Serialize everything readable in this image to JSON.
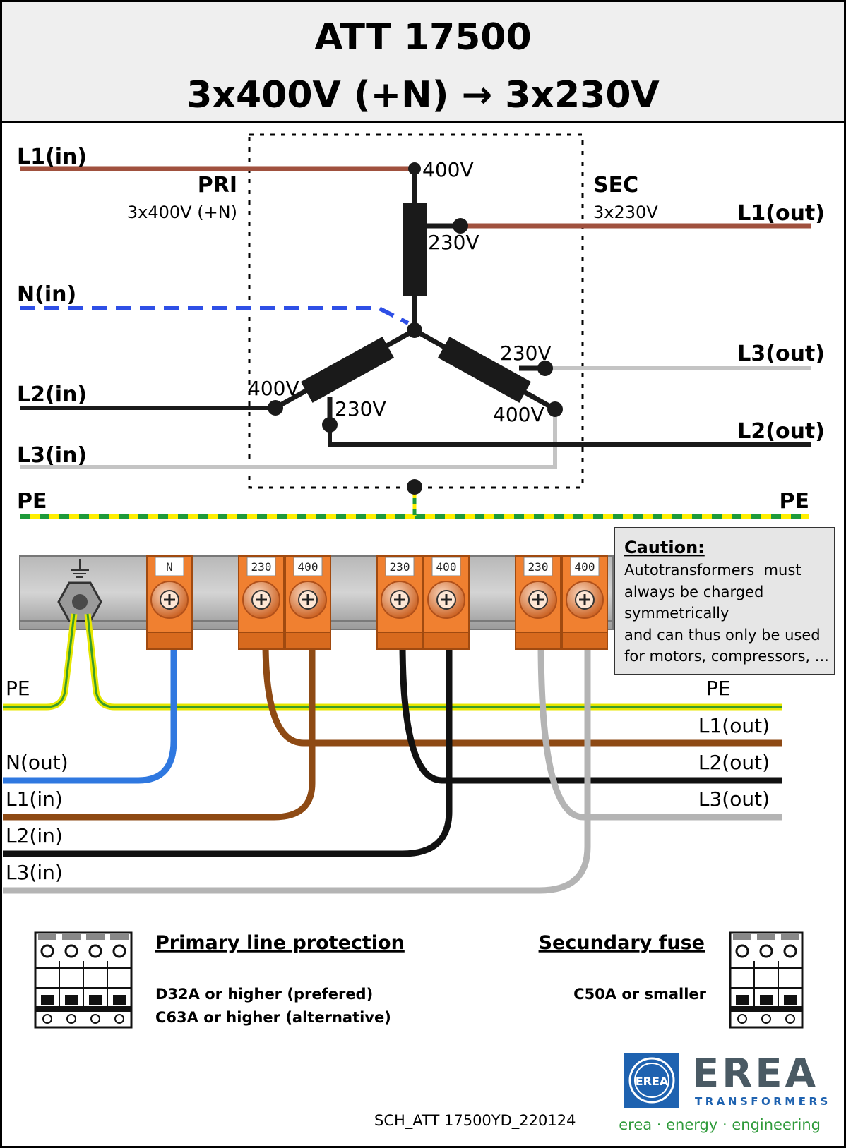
{
  "header": {
    "title_line1": "ATT 17500",
    "title_line2": "3x400V (+N) → 3x230V"
  },
  "schematic": {
    "pri_label": "PRI",
    "pri_sub": "3x400V (+N)",
    "sec_label": "SEC",
    "sec_sub": "3x230V",
    "l1_in": "L1(in)",
    "n_in": "N(in)",
    "l2_in": "L2(in)",
    "l3_in": "L3(in)",
    "l1_out": "L1(out)",
    "l3_out": "L3(out)",
    "l2_out": "L2(out)",
    "pe_left": "PE",
    "pe_right": "PE",
    "tap_400_top": "400V",
    "tap_230_top": "230V",
    "tap_400_left": "400V",
    "tap_230_left": "230V",
    "tap_230_right": "230V",
    "tap_400_right": "400V"
  },
  "terminals": {
    "n": "N",
    "t230": "230",
    "t400": "400"
  },
  "caution": {
    "title": "Caution:",
    "line1": "Autotransformers  must",
    "line2": "always be charged",
    "line3": "symmetrically",
    "line4": "and can thus only be used",
    "line5": "for motors, compressors, ..."
  },
  "wiring": {
    "pe_left": "PE",
    "pe_right": "PE",
    "n_out": "N(out)",
    "l1_in": "L1(in)",
    "l2_in": "L2(in)",
    "l3_in": "L3(in)",
    "l1_out": "L1(out)",
    "l2_out": "L2(out)",
    "l3_out": "L3(out)"
  },
  "protection": {
    "primary_title": "Primary line protection",
    "primary_line1": "D32A or higher (prefered)",
    "primary_line2": "C63A or higher (alternative)",
    "secondary_title": "Secundary fuse",
    "secondary_line1": "C50A or smaller"
  },
  "footer": {
    "doc_id": "SCH_ATT 17500YD_220124",
    "brand": "EREA",
    "brand_sub": "TRANSFORMERS",
    "tagline": "erea · energy · engineering"
  },
  "colors": {
    "l1": "#a0513e",
    "neutral": "#2e4fe6",
    "l2": "#1a1a1a",
    "l3": "#c4c4c4",
    "pe_yellow": "#ffee00",
    "pe_green": "#1e9a3a",
    "terminal_orange": "#f08030",
    "brand_blue": "#1e62b0",
    "tagline_green": "#2e9a3a"
  }
}
